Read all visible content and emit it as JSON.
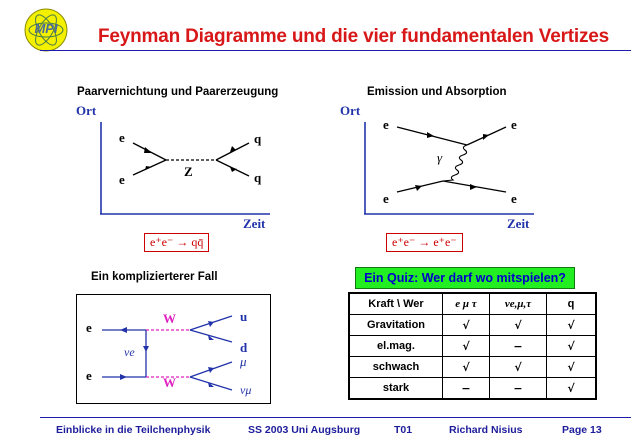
{
  "header": {
    "logo_text": "MPI",
    "title": "Feynman Diagramme und die vier fundamentalen Vertizes"
  },
  "panel1": {
    "heading": "Paarvernichtung und Paarerzeugung",
    "y_axis": "Ort",
    "x_axis": "Zeit",
    "in_top": "e",
    "in_bottom": "e",
    "out_top": "q",
    "out_bottom": "q",
    "boson": "Z",
    "reaction": "e⁺e⁻ → qq̄"
  },
  "panel2": {
    "heading": "Emission und Absorption",
    "y_axis": "Ort",
    "x_axis": "Zeit",
    "in_top": "e",
    "in_bottom": "e",
    "out_top": "e",
    "out_bottom": "e",
    "boson": "γ",
    "reaction": "e⁺e⁻ → e⁺e⁻"
  },
  "panel3": {
    "heading": "Ein komplizierterer Fall",
    "in_top": "e",
    "in_bottom": "e",
    "w_top": "W",
    "w_bottom": "W",
    "neutrino": "νe",
    "out_u": "u",
    "out_d": "d",
    "out_mu": "μ",
    "out_numu": "νμ"
  },
  "quiz": {
    "title": "Ein Quiz: Wer darf wo mitspielen?",
    "headers": [
      "Kraft \\ Wer",
      "e μ τ",
      "νe,μ,τ",
      "q"
    ],
    "rows": [
      {
        "force": "Gravitation",
        "marks": [
          "√",
          "√",
          "√"
        ]
      },
      {
        "force": "el.mag.",
        "marks": [
          "√",
          "−",
          "√"
        ]
      },
      {
        "force": "schwach",
        "marks": [
          "√",
          "√",
          "√"
        ]
      },
      {
        "force": "stark",
        "marks": [
          "−",
          "−",
          "√"
        ]
      }
    ]
  },
  "footer": {
    "left": "Einblicke in die Teilchenphysik",
    "center": "SS 2003 Uni Augsburg",
    "code": "T01",
    "author": "Richard Nisius",
    "page": "Page 13"
  },
  "colors": {
    "title": "#d81818",
    "accent_blue": "#1c1caa",
    "boson_magenta": "#e020c0",
    "quiz_green": "#22ee22",
    "reaction_red": "#cc0000"
  }
}
